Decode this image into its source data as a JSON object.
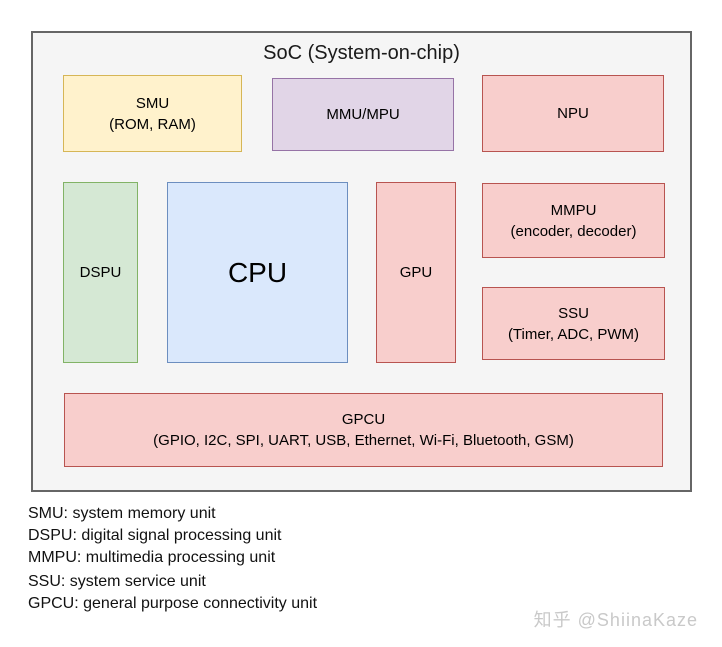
{
  "diagram": {
    "title": "SoC (System-on-chip)",
    "blocks": {
      "smu": {
        "title": "SMU",
        "subtitle": "(ROM, RAM)"
      },
      "mmu": {
        "title": "MMU/MPU"
      },
      "npu": {
        "title": "NPU"
      },
      "dspu": {
        "title": "DSPU"
      },
      "cpu": {
        "title": "CPU"
      },
      "gpu": {
        "title": "GPU"
      },
      "mmpu": {
        "title": "MMPU",
        "subtitle": "(encoder, decoder)"
      },
      "ssu": {
        "title": "SSU",
        "subtitle": "(Timer, ADC, PWM)"
      },
      "gpcu": {
        "title": "GPCU",
        "subtitle": "(GPIO, I2C, SPI, UART, USB, Ethernet, Wi-Fi, Bluetooth, GSM)"
      }
    },
    "palette": {
      "container_fill": "#f5f5f5",
      "container_stroke": "#666666",
      "yellow_fill": "#fff2cc",
      "yellow_stroke": "#d6b656",
      "purple_fill": "#e1d5e7",
      "purple_stroke": "#9673a6",
      "pink_fill": "#f8cecc",
      "pink_stroke": "#b85450",
      "green_fill": "#d5e8d4",
      "green_stroke": "#82b366",
      "blue_fill": "#dae8fc",
      "blue_stroke": "#6c8ebf"
    }
  },
  "legend": {
    "lines": [
      "SMU: system memory unit",
      "DSPU: digital signal processing unit",
      "MMPU: multimedia processing unit",
      "SSU: system service unit",
      "GPCU: general purpose connectivity unit"
    ]
  },
  "watermark": "知乎 @ShiinaKaze"
}
